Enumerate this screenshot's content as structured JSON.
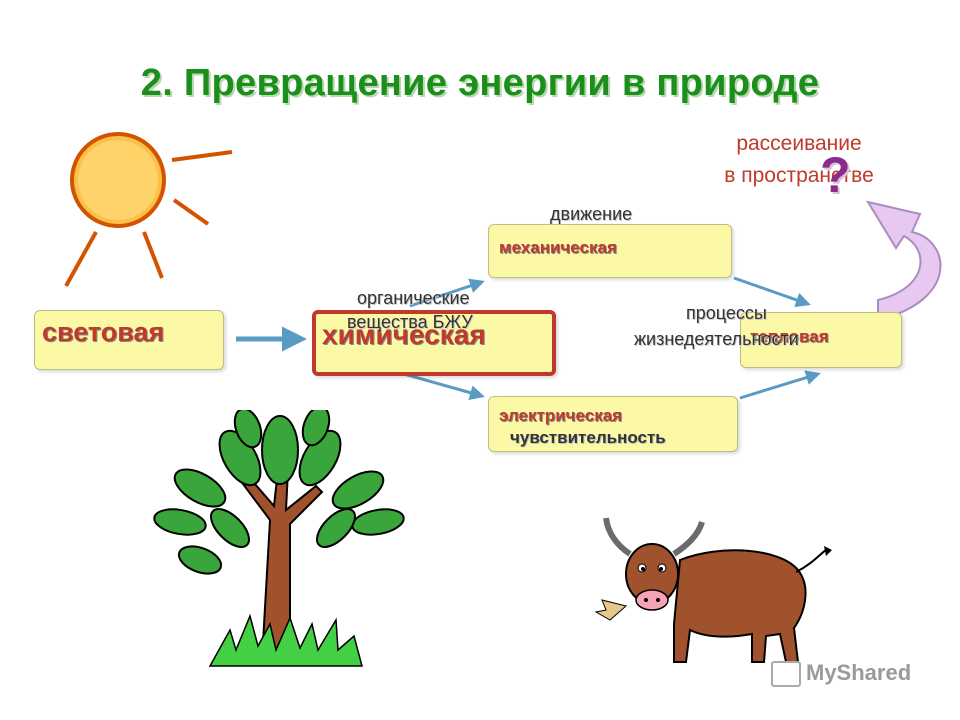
{
  "title": "2. Превращение энергии в природе",
  "nodes": {
    "light": "световая",
    "chemical": "химическая",
    "mechanical": "механическая",
    "electric": "электрическая",
    "heat": "тепловая"
  },
  "captions": {
    "motion": "движение",
    "organic_line1": "органические",
    "organic_line2": "вещества БЖУ",
    "processes_line1": "процессы",
    "processes_line2": "жизнедеятельности",
    "sensitivity": "чувствительность",
    "scatter_line1": "рассеивание",
    "scatter_line2": "в пространстве",
    "question": "?"
  },
  "colors": {
    "title": "#1a8f1a",
    "node_text": "#c0392b",
    "box_fill": "#fbf8a6",
    "arrow": "#5a9bc4"
  },
  "icons": [
    "sun-icon",
    "tree-icon",
    "bull-icon"
  ],
  "watermark": "MyShared"
}
